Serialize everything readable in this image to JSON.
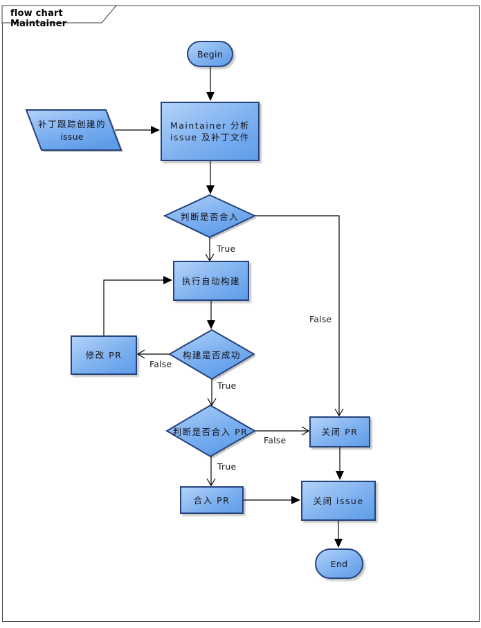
{
  "frame": {
    "title": "flow chart Maintainer"
  },
  "colors": {
    "node_fill_light": "#B2D3F8",
    "node_fill_dark": "#5E9CE8",
    "node_border": "#24427C",
    "connector": "#000000",
    "frame_border": "#3C3C3C",
    "background": "#FFFFFF"
  },
  "nodes": {
    "begin": {
      "label": "Begin"
    },
    "patch_issue": {
      "line1": "补丁跟踪创建的",
      "line2": "issue"
    },
    "analyze": {
      "line1": "Maintainer 分析",
      "line2": "issue 及补丁文件"
    },
    "decide_merge": {
      "label": "判断是否合入"
    },
    "auto_build": {
      "label": "执行自动构建"
    },
    "build_success": {
      "label": "构建是否成功"
    },
    "modify_pr": {
      "label": "修改 PR"
    },
    "decide_merge_pr": {
      "label": "判断是否合入 PR"
    },
    "close_pr": {
      "label": "关闭 PR"
    },
    "merge_pr": {
      "label": "合入 PR"
    },
    "close_issue": {
      "label": "关闭 issue"
    },
    "end": {
      "label": "End"
    }
  },
  "edge_labels": {
    "decide_merge_true": "True",
    "decide_merge_false": "False",
    "build_success_true": "True",
    "build_success_false": "False",
    "decide_merge_pr_true": "True",
    "decide_merge_pr_false": "False"
  }
}
